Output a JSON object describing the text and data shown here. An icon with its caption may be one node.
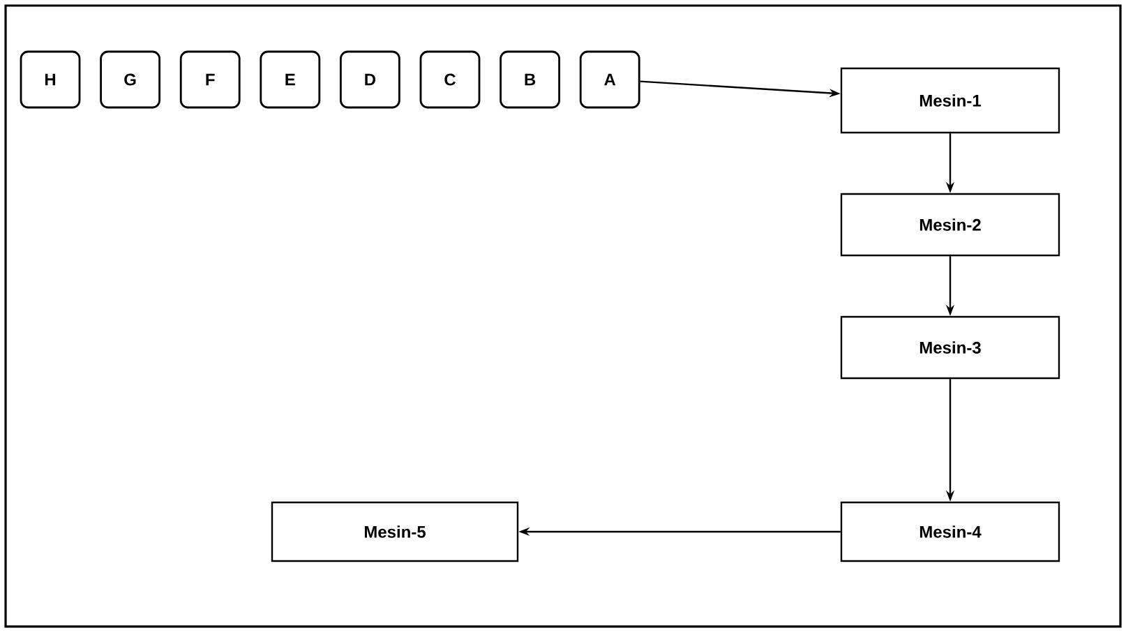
{
  "diagram": {
    "nodes": [
      {
        "text": [
          "H"
        ]
      },
      {
        "text": [
          "G"
        ]
      },
      {
        "text": [
          "F"
        ]
      },
      {
        "text": [
          "E"
        ]
      },
      {
        "text": [
          "D"
        ]
      },
      {
        "text": [
          "C"
        ]
      },
      {
        "text": [
          "B"
        ]
      },
      {
        "text": [
          "A"
        ]
      },
      {
        "text": [
          "Mesin-1"
        ]
      },
      {
        "text": [
          "Mesin-2"
        ]
      },
      {
        "text": [
          "Mesin-3"
        ]
      },
      {
        "text": [
          "Mesin-4"
        ]
      },
      {
        "text": [
          "Mesin-5"
        ]
      }
    ],
    "edges": [
      {
        "from": 7,
        "to": 8,
        "arrow": "to"
      },
      {
        "from": 8,
        "to": 9,
        "arrow": "to"
      },
      {
        "from": 9,
        "to": 10,
        "arrow": "to"
      },
      {
        "from": 10,
        "to": 11,
        "arrow": "to"
      },
      {
        "from": 11,
        "to": 12,
        "arrow": "to"
      }
    ]
  }
}
